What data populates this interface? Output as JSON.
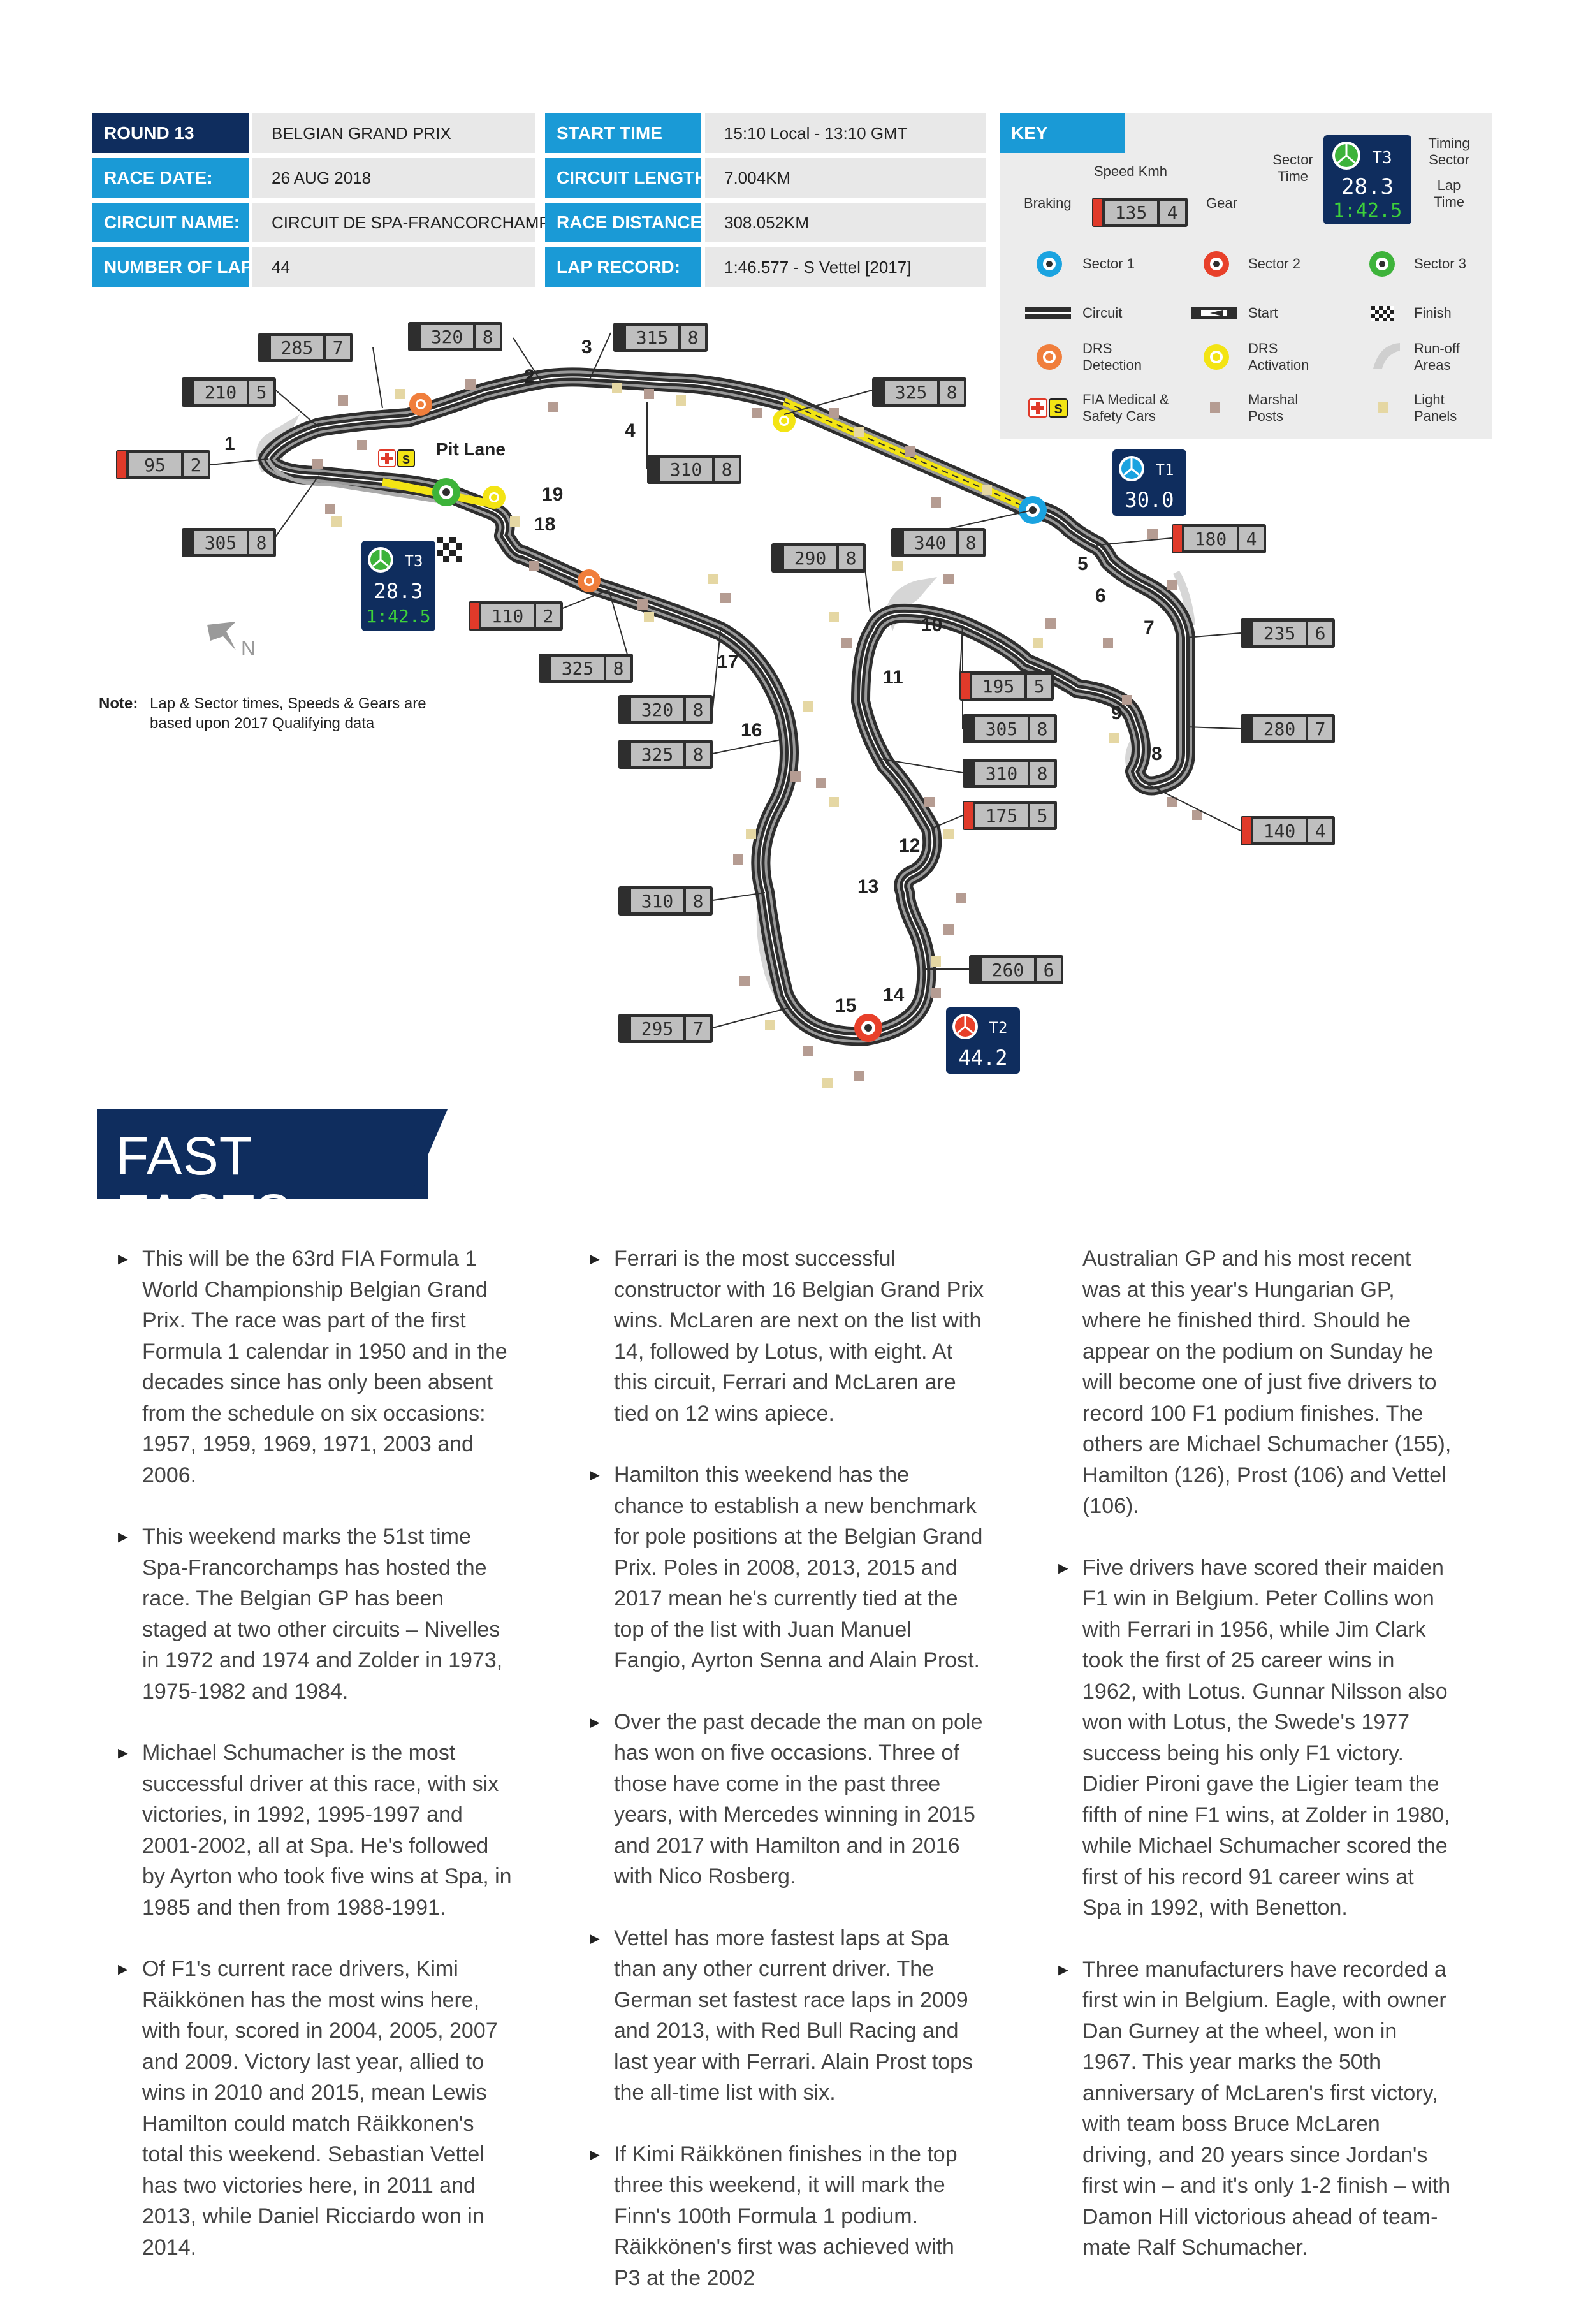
{
  "info": {
    "round_label": "ROUND 13",
    "round_value": "BELGIAN GRAND PRIX",
    "race_date_label": "RACE DATE:",
    "race_date_value": "26 AUG 2018",
    "circuit_name_label": "CIRCUIT NAME:",
    "circuit_name_value": "CIRCUIT DE SPA-FRANCORCHAMPS",
    "laps_label": "NUMBER OF LAPS:",
    "laps_value": "44",
    "start_time_label": "START TIME",
    "start_time_value": "15:10 Local - 13:10 GMT",
    "circuit_length_label": "CIRCUIT LENGTH:",
    "circuit_length_value": "7.004KM",
    "race_distance_label": "RACE DISTANCE:",
    "race_distance_value": "308.052KM",
    "lap_record_label": "LAP RECORD:",
    "lap_record_value": "1:46.577 - S Vettel [2017]"
  },
  "key": {
    "title": "KEY",
    "speed_kmh": "Speed Kmh",
    "braking": "Braking",
    "gear": "Gear",
    "sample_speed": "135",
    "sample_gear": "4",
    "sector_time": "Sector Time",
    "timing_sector": "Timing Sector",
    "lap_time": "Lap Time",
    "sample_sector": "T3",
    "sample_sector_time": "28.3",
    "sample_lap_time": "1:42.5",
    "sector1": "Sector 1",
    "sector2": "Sector 2",
    "sector3": "Sector 3",
    "circuit": "Circuit",
    "start": "Start",
    "finish": "Finish",
    "drs_detection": "DRS Detection",
    "drs_activation": "DRS Activation",
    "runoff": "Run-off Areas",
    "fia_medical": "FIA Medical & Safety Cars",
    "marshal": "Marshal Posts",
    "light_panels": "Light Panels",
    "colors": {
      "sector1": "#1aa3e0",
      "sector2": "#e8402a",
      "sector3": "#3db33a",
      "drs_detection": "#f07e3c",
      "drs_activation": "#f3e414"
    }
  },
  "map": {
    "pit_lane": "Pit Lane",
    "north": "N",
    "turns": [
      "1",
      "2",
      "3",
      "4",
      "5",
      "6",
      "7",
      "8",
      "9",
      "10",
      "11",
      "12",
      "13",
      "14",
      "15",
      "16",
      "17",
      "18",
      "19"
    ],
    "speeds": [
      {
        "speed": "285",
        "gear": "7",
        "braking": false
      },
      {
        "speed": "320",
        "gear": "8",
        "braking": false
      },
      {
        "speed": "315",
        "gear": "8",
        "braking": false
      },
      {
        "speed": "210",
        "gear": "5",
        "braking": false
      },
      {
        "speed": "325",
        "gear": "8",
        "braking": false
      },
      {
        "speed": "95",
        "gear": "2",
        "braking": true
      },
      {
        "speed": "310",
        "gear": "8",
        "braking": false
      },
      {
        "speed": "305",
        "gear": "8",
        "braking": false
      },
      {
        "speed": "340",
        "gear": "8",
        "braking": false
      },
      {
        "speed": "180",
        "gear": "4",
        "braking": true
      },
      {
        "speed": "290",
        "gear": "8",
        "braking": false
      },
      {
        "speed": "110",
        "gear": "2",
        "braking": true
      },
      {
        "speed": "325",
        "gear": "8",
        "braking": false
      },
      {
        "speed": "235",
        "gear": "6",
        "braking": false
      },
      {
        "speed": "195",
        "gear": "5",
        "braking": true
      },
      {
        "speed": "320",
        "gear": "8",
        "braking": false
      },
      {
        "speed": "305",
        "gear": "8",
        "braking": false
      },
      {
        "speed": "280",
        "gear": "7",
        "braking": false
      },
      {
        "speed": "325",
        "gear": "8",
        "braking": false
      },
      {
        "speed": "310",
        "gear": "8",
        "braking": false
      },
      {
        "speed": "175",
        "gear": "5",
        "braking": true
      },
      {
        "speed": "140",
        "gear": "4",
        "braking": true
      },
      {
        "speed": "310",
        "gear": "8",
        "braking": false
      },
      {
        "speed": "260",
        "gear": "6",
        "braking": false
      },
      {
        "speed": "295",
        "gear": "7",
        "braking": false
      }
    ],
    "sectors": [
      {
        "label": "T1",
        "time": "30.0"
      },
      {
        "label": "T2",
        "time": "44.2"
      },
      {
        "label": "T3",
        "time": "28.3",
        "lap": "1:42.5"
      }
    ],
    "note_label": "Note:",
    "note_text": "Lap & Sector times, Speeds & Gears are based upon 2017 Qualifying data"
  },
  "fast_facts": {
    "title": "FAST FACTS",
    "col1": [
      "This will be the 63rd FIA Formula 1 World Championship Belgian Grand Prix. The race was part of the first Formula 1 calendar in 1950 and in the decades since has only been absent from the schedule on six occasions: 1957, 1959, 1969, 1971, 2003 and 2006.",
      "This weekend marks the 51st time Spa-Francorchamps has hosted the race. The Belgian GP has been staged at two other circuits – Nivelles in 1972 and 1974 and Zolder in 1973, 1975-1982 and 1984.",
      "Michael Schumacher is the most successful driver at this race, with six victories, in 1992, 1995-1997 and 2001-2002, all at Spa. He's followed by Ayrton who took five wins at Spa, in 1985 and then from 1988-1991.",
      "Of F1's current race drivers, Kimi Räikkönen has the most wins here, with four, scored in 2004, 2005, 2007 and 2009. Victory last year, allied to wins in 2010 and 2015, mean Lewis Hamilton could match Räikkonen's total this weekend. Sebastian Vettel has two victories here, in 2011 and 2013, while Daniel Ricciardo won in 2014."
    ],
    "col2": [
      "Ferrari is the most successful constructor with 16 Belgian Grand Prix wins. McLaren are next on the list with 14, followed by Lotus, with eight. At this circuit, Ferrari and McLaren are tied on 12 wins apiece.",
      "Hamilton this weekend has the chance to establish a new benchmark for pole positions at the Belgian Grand Prix. Poles in 2008, 2013, 2015 and 2017 mean he's currently tied at the top of the list with Juan Manuel Fangio, Ayrton Senna and Alain Prost.",
      "Over the past decade the man on pole has won on five occasions. Three of those have come in the past three years, with Mercedes winning in 2015 and 2017 with Hamilton and in 2016 with Nico Rosberg.",
      "Vettel has more fastest laps at Spa than any other current driver. The German set fastest race laps in 2009 and 2013, with Red Bull Racing and last year with Ferrari. Alain Prost tops the all-time list with six.",
      "If Kimi Räikkönen finishes in the top three this weekend, it will mark the Finn's 100th Formula 1 podium. Räikkönen's first was achieved with P3 at the 2002"
    ],
    "col3_cont": "Australian GP and his most recent was at this year's Hungarian GP, where he finished third. Should he appear on the podium on Sunday he will become one of just five drivers to record 100 F1 podium finishes. The others are Michael Schumacher (155), Hamilton (126), Prost (106) and Vettel (106).",
    "col3": [
      "Five drivers have scored their maiden F1 win in Belgium. Peter Collins won with Ferrari in 1956, while Jim Clark took the first of 25 career wins in 1962, with Lotus. Gunnar Nilsson also won with Lotus, the Swede's 1977 success being his only F1 victory. Didier Pironi gave the Ligier team the fifth of nine F1 wins, at Zolder in 1980, while Michael Schumacher scored the first of his record 91 career wins at Spa in 1992, with Benetton.",
      "Three manufacturers have recorded a first win in Belgium. Eagle, with owner Dan Gurney at the wheel, won in 1967. This year marks the 50th anniversary of McLaren's first victory, with team boss Bruce McLaren driving, and 20 years since Jordan's first win – and it's only 1-2 finish – with Damon Hill victorious ahead of team-mate Ralf Schumacher."
    ]
  }
}
